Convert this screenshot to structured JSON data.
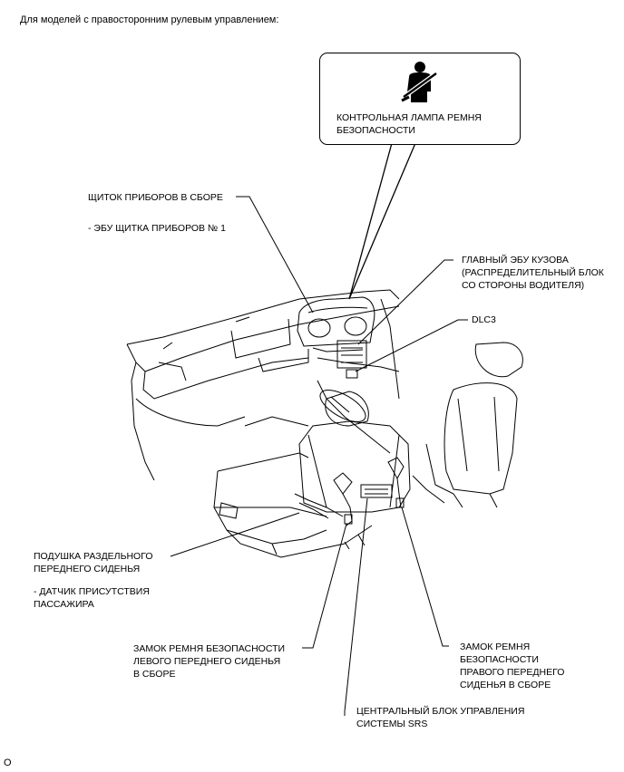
{
  "header": "Для моделей с правосторонним рулевым управлением:",
  "corner_mark": "O",
  "callout": {
    "icon": "seatbelt-warning-icon",
    "label": "КОНТРОЛЬНАЯ ЛАМПА РЕМНЯ\nБЕЗОПАСНОСТИ"
  },
  "labels": {
    "instrument_cluster": "ЩИТОК ПРИБОРОВ В СБОРЕ",
    "instrument_ecu": "- ЭБУ ЩИТКА ПРИБОРОВ № 1",
    "main_body_ecu": "ГЛАВНЫЙ ЭБУ КУЗОВА\n(РАСПРЕДЕЛИТЕЛЬНЫЙ БЛОК\nСО СТОРОНЫ ВОДИТЕЛЯ)",
    "dlc3": "DLC3",
    "seat_cushion": "ПОДУШКА РАЗДЕЛЬНОГО\nПЕРЕДНЕГО СИДЕНЬЯ",
    "occupant_sensor": "- ДАТЧИК ПРИСУТСТВИЯ\nПАССАЖИРА",
    "left_buckle": "ЗАМОК РЕМНЯ БЕЗОПАСНОСТИ\nЛЕВОГО ПЕРЕДНЕГО СИДЕНЬЯ\nВ СБОРЕ",
    "right_buckle": "ЗАМОК РЕМНЯ\nБЕЗОПАСНОСТИ\nПРАВОГО ПЕРЕДНЕГО\nСИДЕНЬЯ В СБОРЕ",
    "srs_unit": "ЦЕНТРАЛЬНЫЙ БЛОК УПРАВЛЕНИЯ\nСИСТЕМЫ SRS"
  }
}
